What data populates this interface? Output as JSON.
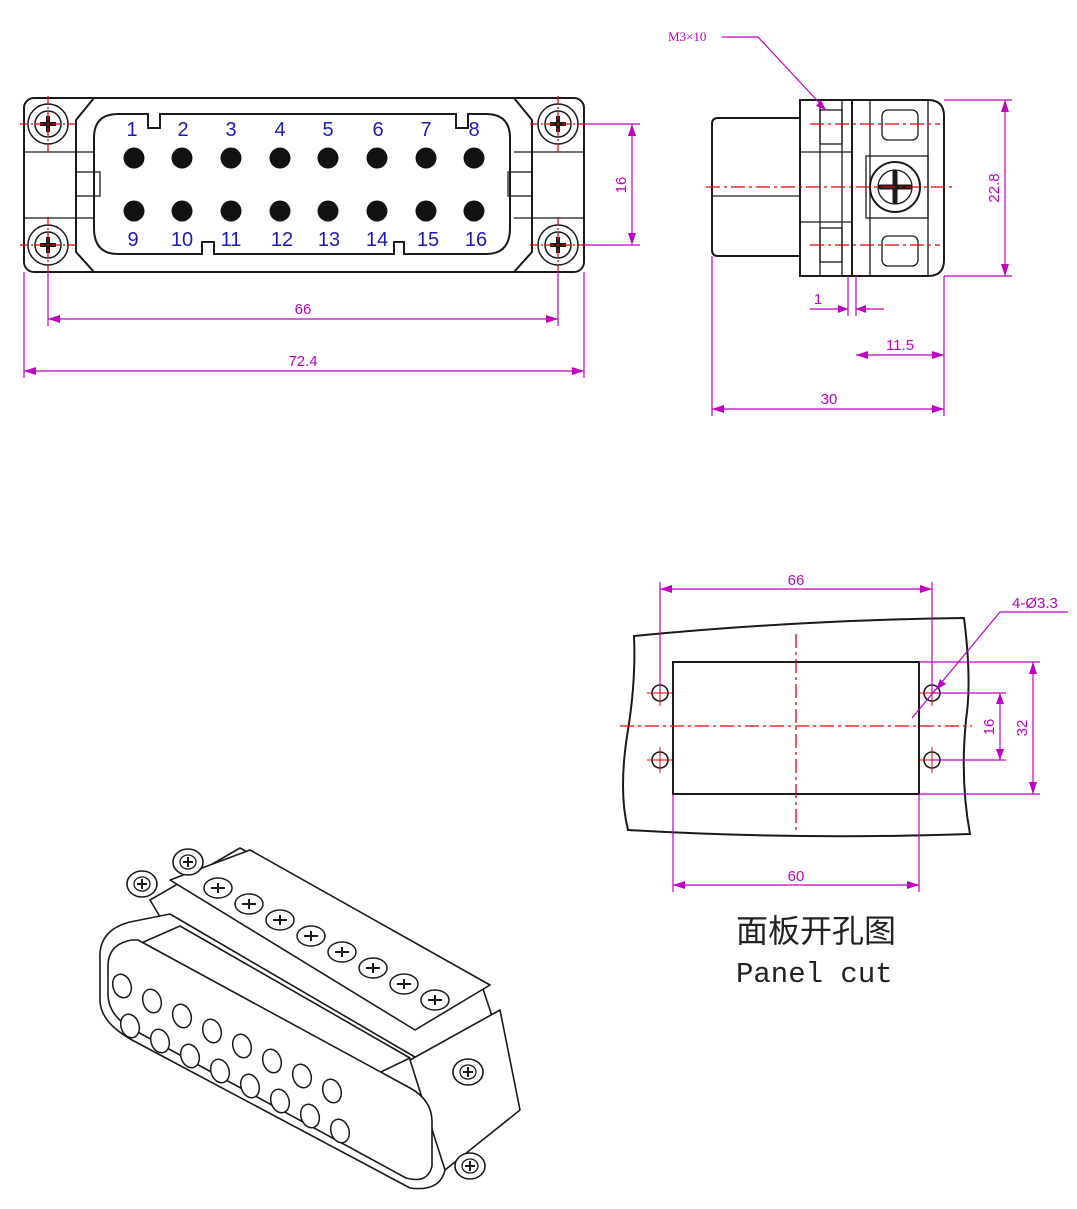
{
  "front_view": {
    "pins_top": [
      "1",
      "2",
      "3",
      "4",
      "5",
      "6",
      "7",
      "8"
    ],
    "pins_bottom": [
      "9",
      "10",
      "11",
      "12",
      "13",
      "14",
      "15",
      "16"
    ],
    "dim_pitch_vertical": "16",
    "dim_screw_spacing": "66",
    "dim_overall_width": "72.4"
  },
  "side_view": {
    "screw_label": "M3×10",
    "dim_height": "22.8",
    "dim_flange": "1",
    "dim_terminal": "11.5",
    "dim_depth": "30"
  },
  "panel_cut": {
    "dim_hole_spacing": "66",
    "dim_hole_label": "4-Ø3.3",
    "dim_hole_pitch": "16",
    "dim_cut_height": "32",
    "dim_cut_width": "60",
    "caption_cn": "面板开孔图",
    "caption_en": "Panel cut"
  },
  "colors": {
    "dimension": "#c000c0",
    "centerline": "#e00000",
    "pin_label": "#1a1ab8",
    "outline": "#1a1a1a"
  }
}
